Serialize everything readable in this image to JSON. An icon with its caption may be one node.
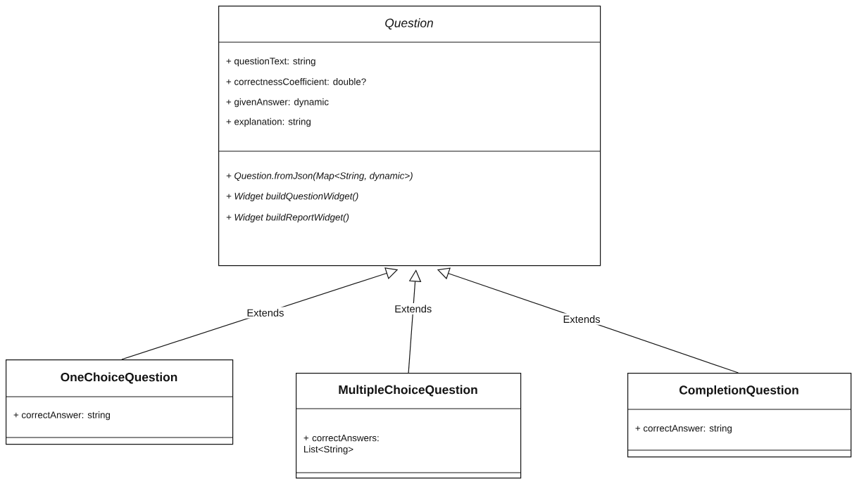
{
  "diagram": {
    "nodes": [
      {
        "text": [
          "Question",
          "+ questionText: string",
          "+ correctnessCoefficient: double?",
          "+ givenAnswer: dynamic",
          "+ explanation: string",
          "+ Question.fromJson(Map<String, dynamic>)",
          "+ Widget buildQuestionWidget()",
          "+ Widget buildReportWidget()"
        ]
      },
      {
        "text": [
          "OneChoiceQuestion",
          "+ correctAnswer: string"
        ]
      },
      {
        "text": [
          "MultipleChoiceQuestion",
          "+ correctAnswers: List<String>"
        ]
      },
      {
        "text": [
          "CompletionQuestion",
          "+ correctAnswer: string"
        ]
      }
    ],
    "edges": [
      {
        "from": 1,
        "to": 0,
        "arrow": "to",
        "label": "Extends"
      },
      {
        "from": 2,
        "to": 0,
        "arrow": "to",
        "label": "Extends"
      },
      {
        "from": 3,
        "to": 0,
        "arrow": "to",
        "label": "Extends"
      }
    ]
  }
}
